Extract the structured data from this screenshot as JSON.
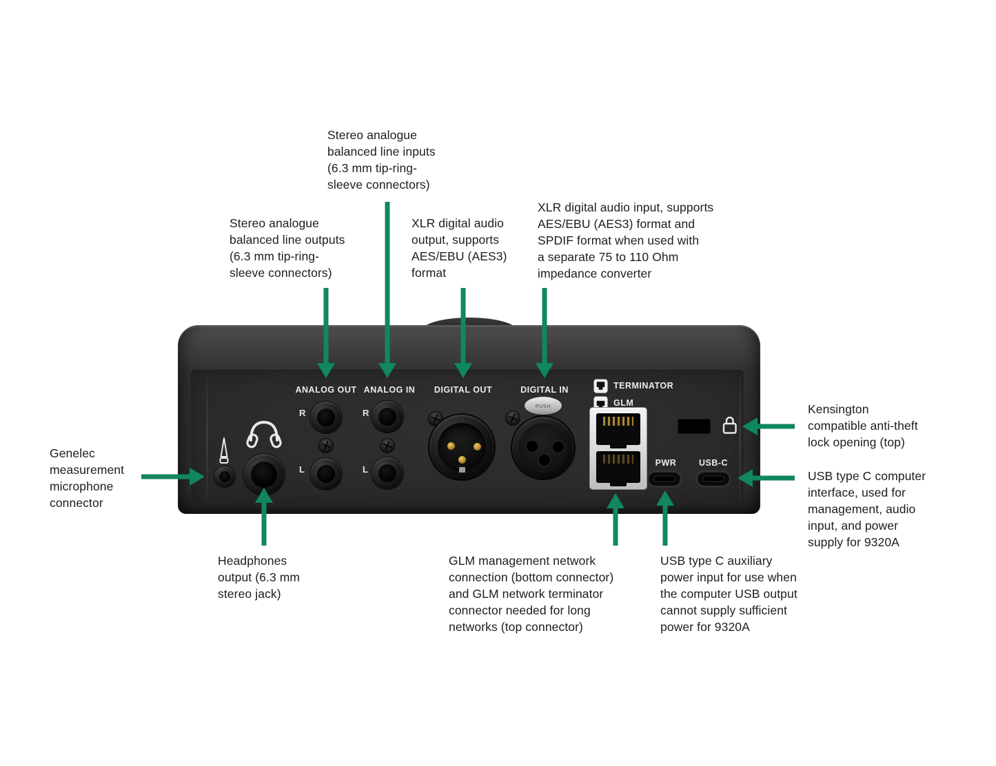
{
  "device": {
    "port_labels": {
      "analog_out": "ANALOG OUT",
      "analog_in": "ANALOG IN",
      "digital_out": "DIGITAL OUT",
      "digital_in": "DIGITAL IN",
      "terminator": "TERMINATOR",
      "glm": "GLM",
      "pwr": "PWR",
      "usb_c": "USB-C",
      "right_channel": "R",
      "left_channel": "L",
      "push": "PUSH"
    }
  },
  "annotations": {
    "line_inputs": "Stereo analogue\nbalanced line inputs\n(6.3 mm tip-ring-\nsleeve connectors)",
    "line_outputs": "Stereo analogue\nbalanced line outputs\n(6.3 mm tip-ring-\nsleeve connectors)",
    "digital_output": "XLR digital audio\noutput, supports\nAES/EBU (AES3)\nformat",
    "digital_input": "XLR digital audio input, supports\nAES/EBU (AES3) format and\nSPDIF format when used with\na separate 75 to 110 Ohm\nimpedance converter",
    "kensington": "Kensington\ncompatible anti-theft\nlock opening (top)",
    "usb_computer": "USB type C computer\ninterface, used for\nmanagement, audio\ninput, and power\nsupply for 9320A",
    "microphone": "Genelec\nmeasurement\nmicrophone\nconnector",
    "headphones": "Headphones\noutput (6.3 mm\nstereo jack)",
    "glm_network": "GLM management network\nconnection (bottom connector)\nand GLM network terminator\nconnector needed for long\nnetworks (top connector)",
    "usb_aux": "USB type C auxiliary\npower input for use when\nthe computer USB output\ncannot supply sufficient\npower for 9320A"
  },
  "colors": {
    "arrow_green": "#10875F",
    "text": "#1d1d1b",
    "panel_face": "#2b2b2b"
  }
}
